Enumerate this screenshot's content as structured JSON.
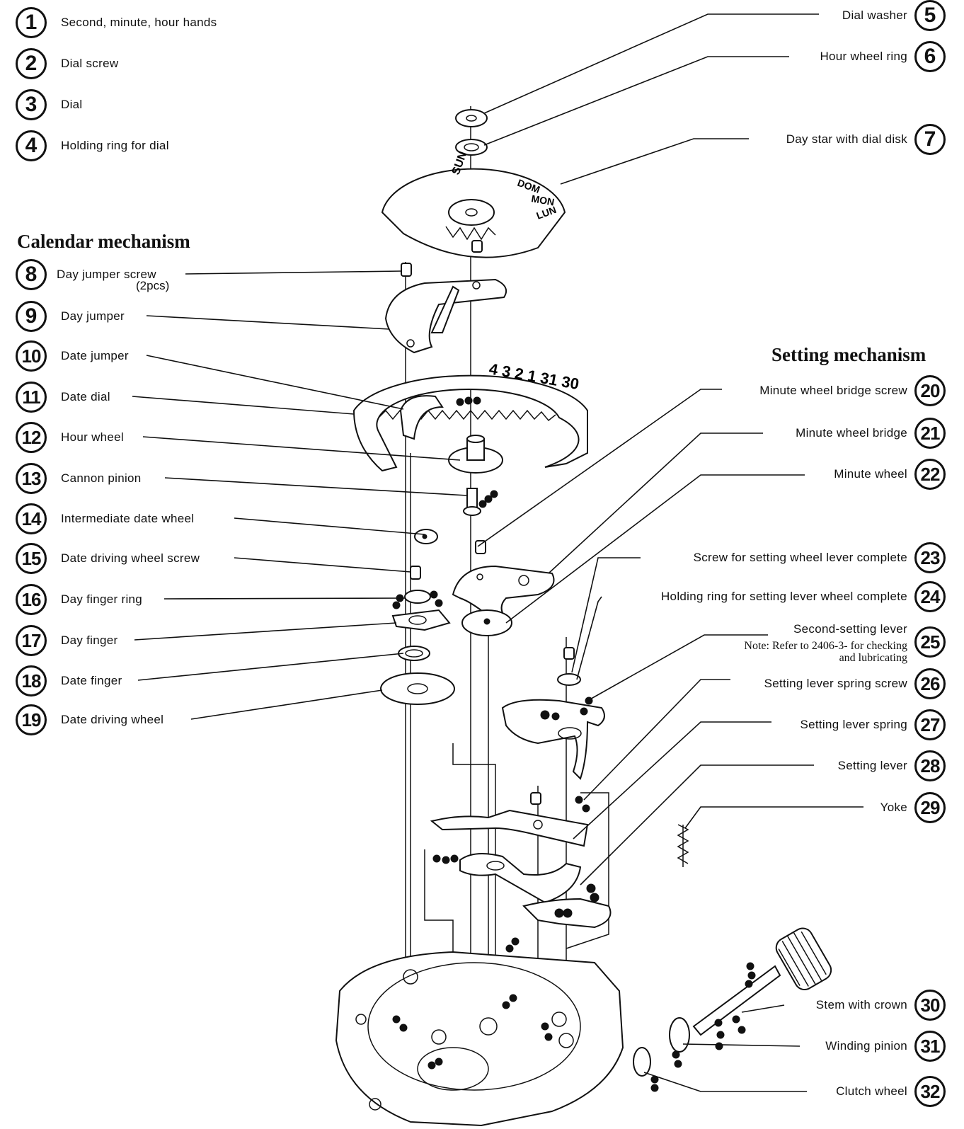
{
  "headings": {
    "calendar": "Calendar mechanism",
    "setting": "Setting mechanism"
  },
  "dial_disk_text": [
    "SUN",
    "DOM",
    "MON",
    "LUN"
  ],
  "date_dial_text": "4 3 2 1 31 30",
  "parts": [
    {
      "n": "1",
      "label": "Second, minute, hour hands"
    },
    {
      "n": "2",
      "label": "Dial screw"
    },
    {
      "n": "3",
      "label": "Dial"
    },
    {
      "n": "4",
      "label": "Holding ring for dial"
    },
    {
      "n": "5",
      "label": "Dial washer"
    },
    {
      "n": "6",
      "label": "Hour wheel ring"
    },
    {
      "n": "7",
      "label": "Day star with dial disk"
    },
    {
      "n": "8",
      "label": "Day jumper screw",
      "sub": "(2pcs)"
    },
    {
      "n": "9",
      "label": "Day jumper"
    },
    {
      "n": "10",
      "label": "Date jumper"
    },
    {
      "n": "11",
      "label": "Date dial"
    },
    {
      "n": "12",
      "label": "Hour wheel"
    },
    {
      "n": "13",
      "label": "Cannon pinion"
    },
    {
      "n": "14",
      "label": "Intermediate date wheel"
    },
    {
      "n": "15",
      "label": "Date driving wheel screw"
    },
    {
      "n": "16",
      "label": "Day finger ring"
    },
    {
      "n": "17",
      "label": "Day finger"
    },
    {
      "n": "18",
      "label": "Date finger"
    },
    {
      "n": "19",
      "label": "Date driving wheel"
    },
    {
      "n": "20",
      "label": "Minute wheel bridge screw"
    },
    {
      "n": "21",
      "label": "Minute wheel bridge"
    },
    {
      "n": "22",
      "label": "Minute wheel"
    },
    {
      "n": "23",
      "label": "Screw for setting wheel lever complete"
    },
    {
      "n": "24",
      "label": "Holding ring for setting lever wheel complete"
    },
    {
      "n": "25",
      "label": "Second-setting lever",
      "note": "Note: Refer to 2406-3- for checking and lubricating"
    },
    {
      "n": "26",
      "label": "Setting lever spring screw"
    },
    {
      "n": "27",
      "label": "Setting lever spring"
    },
    {
      "n": "28",
      "label": "Setting lever"
    },
    {
      "n": "29",
      "label": "Yoke"
    },
    {
      "n": "30",
      "label": "Stem with crown"
    },
    {
      "n": "31",
      "label": "Winding pinion"
    },
    {
      "n": "32",
      "label": "Clutch wheel"
    }
  ]
}
